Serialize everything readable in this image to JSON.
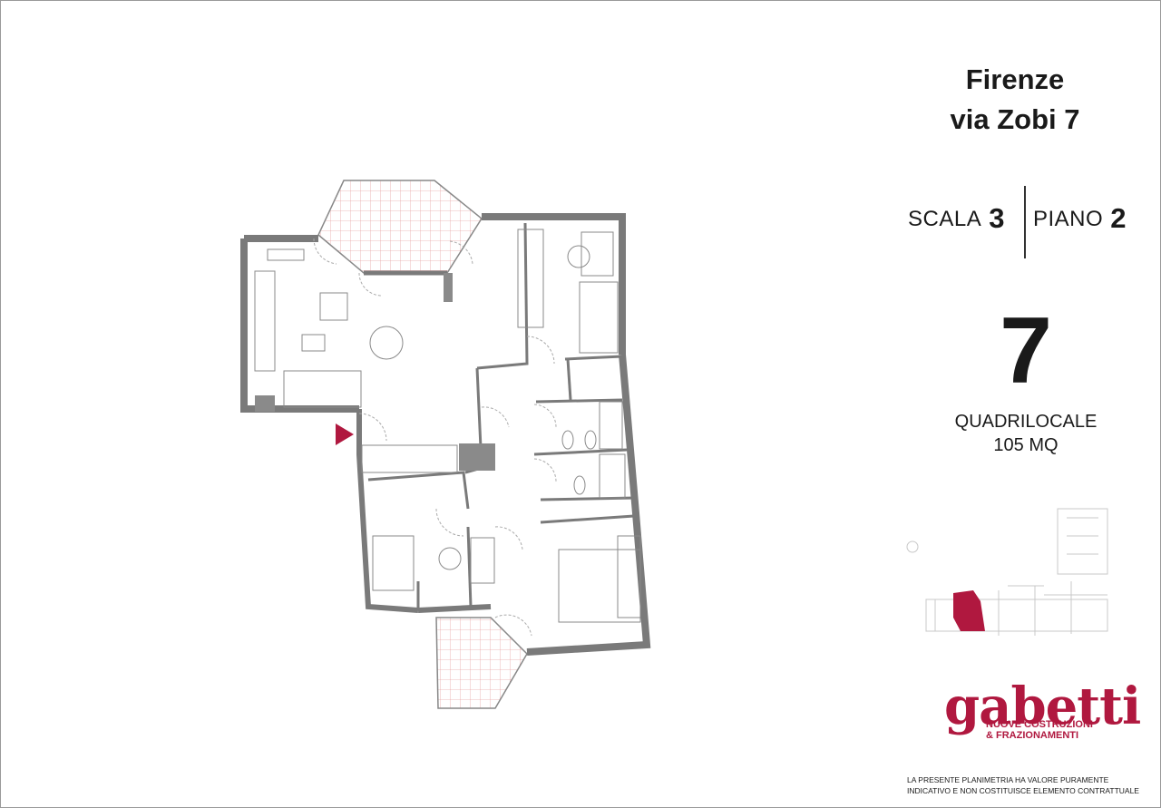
{
  "header": {
    "city": "Firenze",
    "address": "via Zobi 7"
  },
  "info": {
    "scala_label": "SCALA",
    "scala_value": "3",
    "piano_label": "PIANO",
    "piano_value": "2",
    "unit_number": "7",
    "unit_type": "QUADRILOCALE",
    "unit_area": "105 MQ"
  },
  "brand": {
    "logo_word": "gabetti",
    "sub_line1": "NUOVE COSTRUZIONI",
    "sub_line2": "& FRAZIONAMENTI",
    "color": "#b0183f"
  },
  "disclaimer": {
    "line1": "LA PRESENTE PLANIMETRIA HA VALORE PURAMENTE",
    "line2": "INDICATIVO E NON COSTITUISCE ELEMENTO CONTRATTUALE"
  },
  "plan": {
    "entrance_marker_color": "#b0183f",
    "wall_color": "#7a7a7a",
    "balcony_grid_color": "#e8a7a7"
  }
}
